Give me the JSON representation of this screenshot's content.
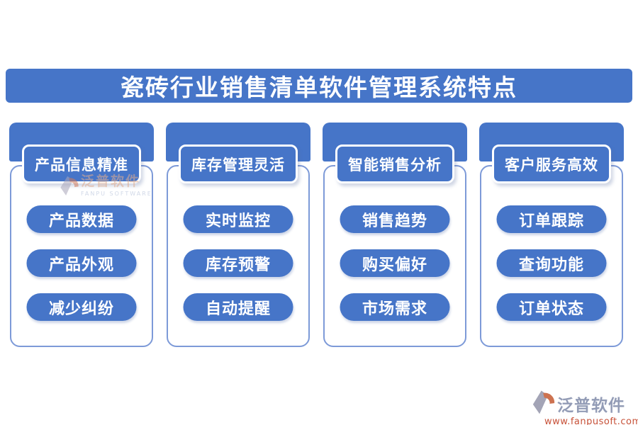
{
  "title": "瓷砖行业销售清单软件管理系统特点",
  "columns": [
    {
      "title": "产品信息精准",
      "items": [
        "产品数据",
        "产品外观",
        "减少纠纷"
      ]
    },
    {
      "title": "库存管理灵活",
      "items": [
        "实时监控",
        "库存预警",
        "自动提醒"
      ]
    },
    {
      "title": "智能销售分析",
      "items": [
        "销售趋势",
        "购买偏好",
        "市场需求"
      ]
    },
    {
      "title": "客户服务高效",
      "items": [
        "订单跟踪",
        "查询功能",
        "订单状态"
      ]
    }
  ],
  "watermark": {
    "name": "泛普软件",
    "subtitle": "FANPU SOFTWARE"
  },
  "footer": {
    "brand": "泛普软件",
    "url": "www.fanpusoft.com"
  },
  "icons": {
    "watermark_icon": "fanpu-swoosh-icon",
    "footer_icon": "fanpu-swoosh-icon"
  },
  "colors": {
    "accent_blue": "#4675c8",
    "card_border": "#7d9ad8",
    "footer_text": "#939cb6",
    "footer_url": "#c75138",
    "logo_orange": "#d0795a",
    "logo_gray": "#a9a6ba"
  }
}
